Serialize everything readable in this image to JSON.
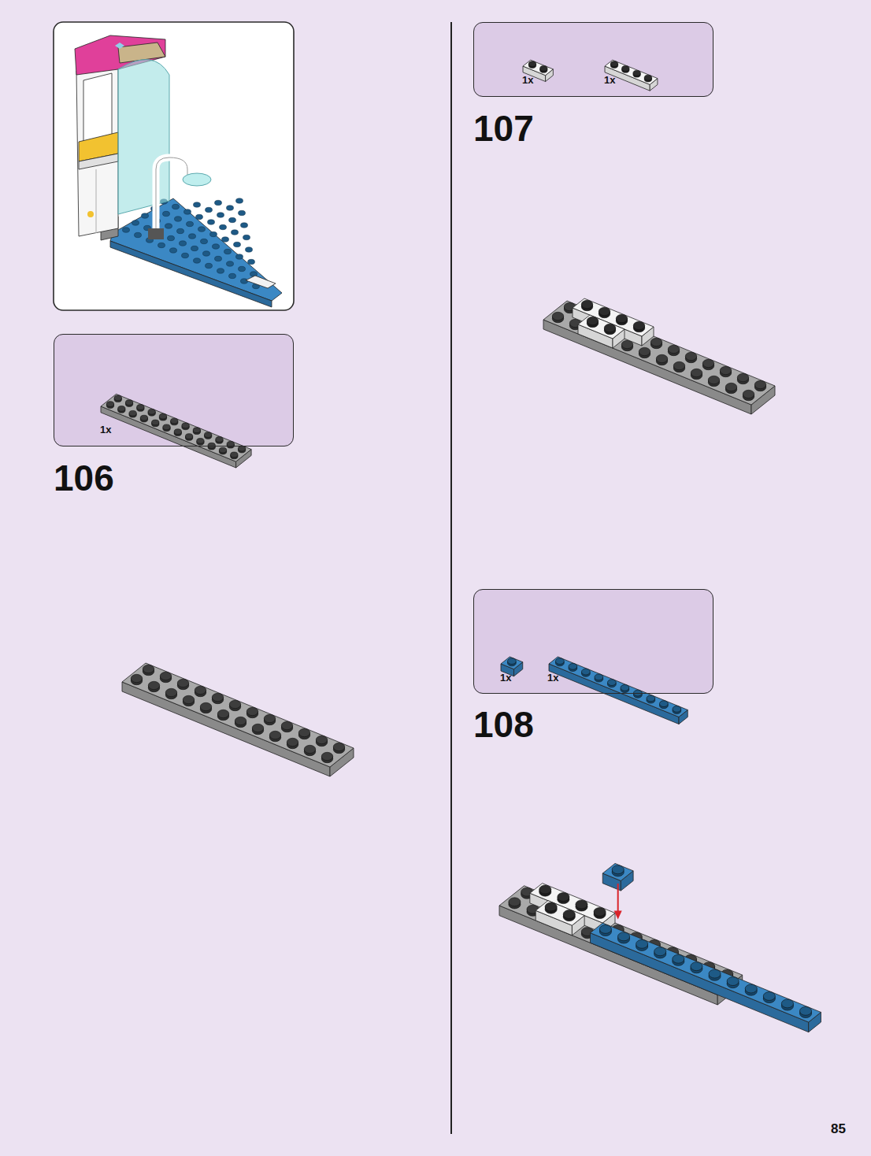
{
  "diagram": {
    "nodes": [
      {
        "text": [
          "1x"
        ]
      },
      {
        "text": [
          "1x",
          "1x"
        ]
      },
      {
        "text": [
          "1x",
          "1x"
        ]
      }
    ],
    "labels": [
      "106",
      "107",
      "108",
      "85"
    ]
  }
}
